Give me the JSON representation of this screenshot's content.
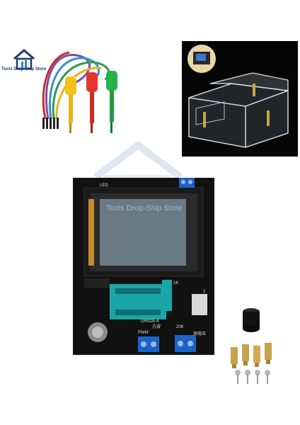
{
  "logo": {
    "text": "Tools Drop-Ship Store"
  },
  "watermark": {
    "text": "Tools Drop-Ship Store"
  },
  "board": {
    "labels": {
      "led": "LED",
      "pwm": "PWM",
      "chip_label": "GR0D5-4",
      "r1": "1K",
      "r2": "20K",
      "volt": "测电压",
      "wave": "方波",
      "num": "2"
    }
  },
  "colors": {
    "pcb": "#111111",
    "terminal": "#1b63c9",
    "zif_socket": "#1aa5a8",
    "lcd_screen": "#6a7a85",
    "clip_yellow": "#f2c21b",
    "clip_red": "#e2372c",
    "clip_green": "#26b34a",
    "brass": "#c8a24a"
  }
}
